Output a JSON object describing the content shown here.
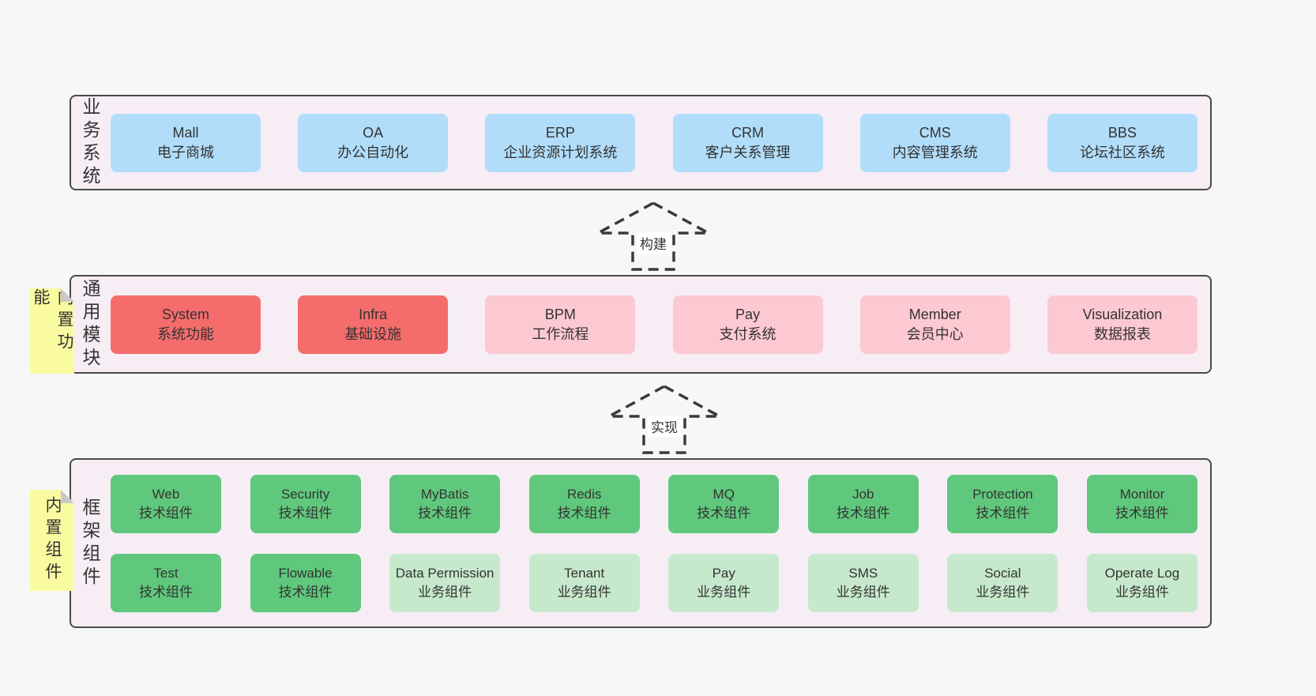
{
  "colors": {
    "page_bg": "#f7f7f7",
    "layer_bg": "#f7edf5",
    "layer_border": "#4a4a4a",
    "blue_box": "#b1ddfa",
    "red_box": "#f56c6c",
    "pink_box": "#fcc8d2",
    "green_box": "#60c87d",
    "light_green_box": "#c6e9cc",
    "note_yellow": "#fafaa0",
    "text": "#333333"
  },
  "layers": [
    {
      "label": "业务系统",
      "rows": [
        [
          {
            "name": "Mall",
            "subtitle": "电子商城"
          },
          {
            "name": "OA",
            "subtitle": "办公自动化"
          },
          {
            "name": "ERP",
            "subtitle": "企业资源计划系统"
          },
          {
            "name": "CRM",
            "subtitle": "客户关系管理"
          },
          {
            "name": "CMS",
            "subtitle": "内容管理系统"
          },
          {
            "name": "BBS",
            "subtitle": "论坛社区系统"
          }
        ]
      ]
    },
    {
      "label": "通用模块",
      "note": "内置功能",
      "rows": [
        [
          {
            "name": "System",
            "subtitle": "系统功能"
          },
          {
            "name": "Infra",
            "subtitle": "基础设施"
          },
          {
            "name": "BPM",
            "subtitle": "工作流程"
          },
          {
            "name": "Pay",
            "subtitle": "支付系统"
          },
          {
            "name": "Member",
            "subtitle": "会员中心"
          },
          {
            "name": "Visualization",
            "subtitle": "数据报表"
          }
        ]
      ]
    },
    {
      "label": "框架组件",
      "note": "内置组件",
      "rows": [
        [
          {
            "name": "Web",
            "subtitle": "技术组件"
          },
          {
            "name": "Security",
            "subtitle": "技术组件"
          },
          {
            "name": "MyBatis",
            "subtitle": "技术组件"
          },
          {
            "name": "Redis",
            "subtitle": "技术组件"
          },
          {
            "name": "MQ",
            "subtitle": "技术组件"
          },
          {
            "name": "Job",
            "subtitle": "技术组件"
          },
          {
            "name": "Protection",
            "subtitle": "技术组件"
          },
          {
            "name": "Monitor",
            "subtitle": "技术组件"
          }
        ],
        [
          {
            "name": "Test",
            "subtitle": "技术组件"
          },
          {
            "name": "Flowable",
            "subtitle": "技术组件"
          },
          {
            "name": "Data Permission",
            "subtitle": "业务组件"
          },
          {
            "name": "Tenant",
            "subtitle": "业务组件"
          },
          {
            "name": "Pay",
            "subtitle": "业务组件"
          },
          {
            "name": "SMS",
            "subtitle": "业务组件"
          },
          {
            "name": "Social",
            "subtitle": "业务组件"
          },
          {
            "name": "Operate Log",
            "subtitle": "业务组件"
          }
        ]
      ]
    }
  ],
  "arrows": [
    {
      "label": "构建"
    },
    {
      "label": "实现"
    }
  ]
}
